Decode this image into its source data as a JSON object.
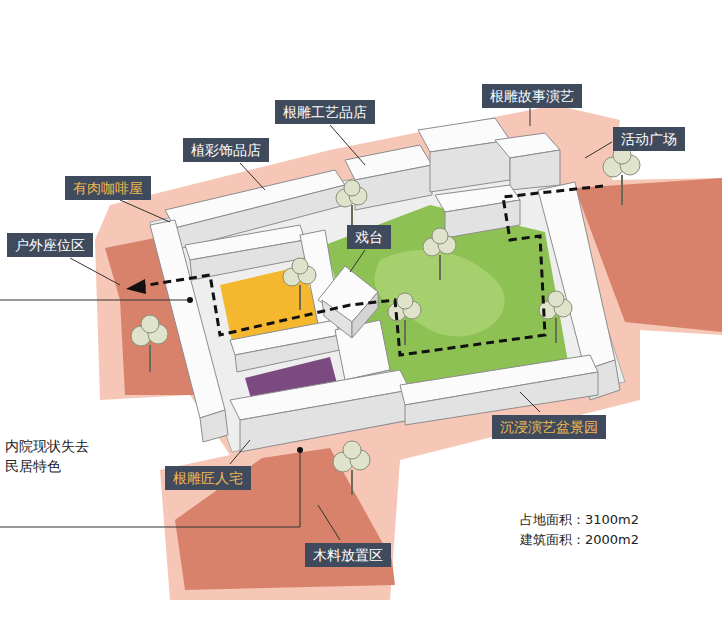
{
  "diagram": {
    "nodes": [
      {
        "text": [
          "根雕工艺品店"
        ]
      },
      {
        "text": [
          "根雕故事演艺"
        ]
      },
      {
        "text": [
          "植彩饰品店"
        ]
      },
      {
        "text": [
          "活动广场"
        ]
      },
      {
        "text": [
          "有肉咖啡屋"
        ]
      },
      {
        "text": [
          "戏台"
        ]
      },
      {
        "text": [
          "户外座位区"
        ]
      },
      {
        "text": [
          "沉浸演艺盆景园"
        ]
      },
      {
        "text": [
          "根雕匠人宅"
        ]
      },
      {
        "text": [
          "木料放置区"
        ]
      }
    ],
    "labels": [
      "内院现状失去 民居特色",
      "占地面积：3100m2",
      "建筑面积：2000m2"
    ]
  }
}
